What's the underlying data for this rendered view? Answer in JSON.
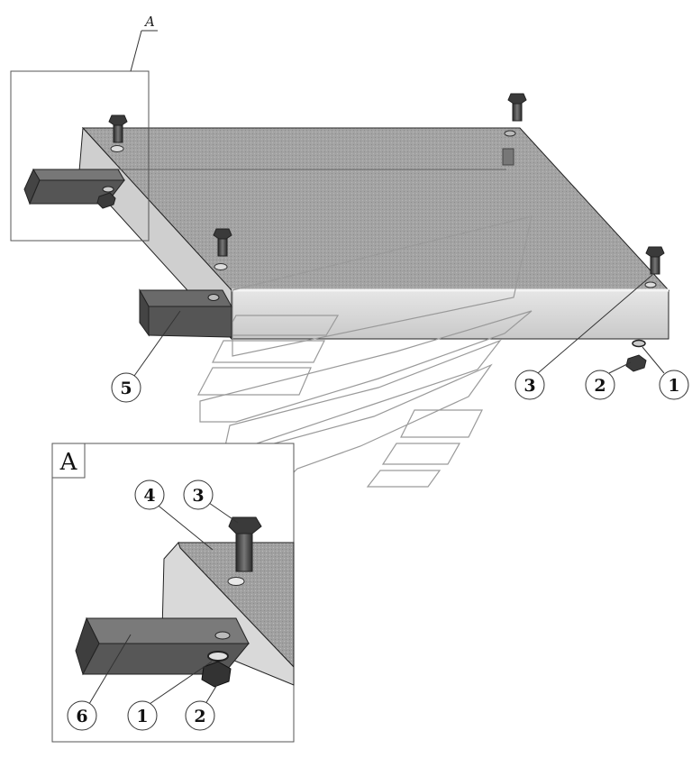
{
  "diagram": {
    "callout_labels": {
      "l1": "1",
      "l2": "2",
      "l3": "3",
      "l5": "5"
    },
    "detail_ref": "A",
    "detail_view": {
      "title": "A",
      "labels": {
        "l1": "1",
        "l2": "2",
        "l3": "3",
        "l4": "4",
        "l6": "6"
      }
    },
    "colors": {
      "plate_top": "#9e9e9e",
      "plate_front": "#d4d4d4",
      "bracket": "#555555",
      "bolt": "#4a4a4a",
      "line": "#222222",
      "watermark": "#b5b5b5"
    }
  }
}
